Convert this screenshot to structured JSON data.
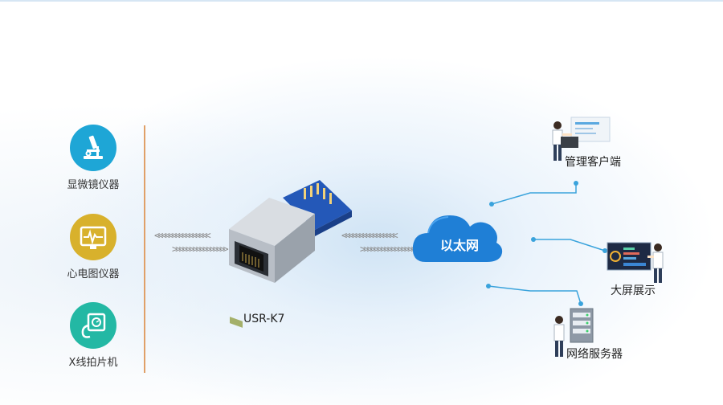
{
  "devices": [
    {
      "label": "显微镜仪器",
      "icon": "microscope-icon",
      "color": "#1ea6d6"
    },
    {
      "label": "心电图仪器",
      "icon": "ecg-monitor-icon",
      "color": "#d8b12c"
    },
    {
      "label": "X线拍片机",
      "icon": "x-ray-machine-icon",
      "color": "#23b8a4"
    }
  ],
  "module": {
    "label": "USR-K7"
  },
  "network": {
    "label": "以太网"
  },
  "endpoints": [
    {
      "label": "管理客户端",
      "icon": "admin-client-icon"
    },
    {
      "label": "大屏展示",
      "icon": "big-screen-display-icon"
    },
    {
      "label": "网络服务器",
      "icon": "network-server-icon"
    }
  ],
  "colors": {
    "line": "#3aa3dc",
    "cloud": "#1f7fd6",
    "divider": "#e0a068"
  }
}
